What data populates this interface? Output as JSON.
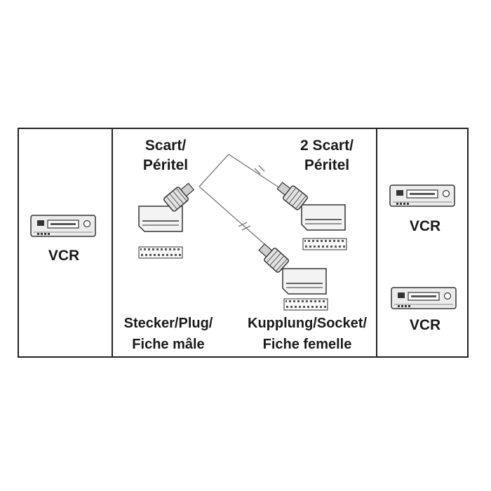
{
  "left_device": {
    "label": "VCR",
    "icon": "vcr-icon"
  },
  "right_devices": [
    {
      "label": "VCR",
      "icon": "vcr-icon"
    },
    {
      "label": "VCR",
      "icon": "vcr-icon"
    }
  ],
  "plug_side": {
    "top_label": [
      "Scart/",
      "Péritel"
    ],
    "bottom_label": [
      "Stecker/Plug/",
      "Fiche mâle"
    ],
    "icon": "scart-plug-icon"
  },
  "socket_side": {
    "top_label": [
      "2 Scart/",
      "Péritel"
    ],
    "bottom_label": [
      "Kupplung/Socket/",
      "Fiche femelle"
    ],
    "icon": "scart-socket-icon"
  }
}
